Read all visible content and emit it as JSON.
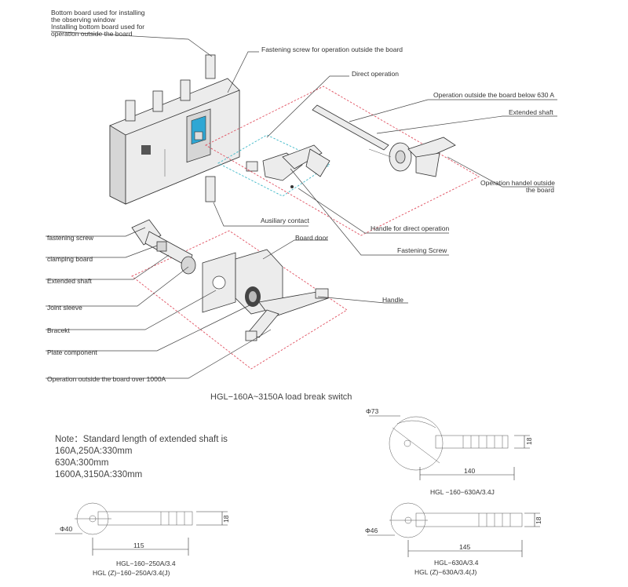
{
  "labels": {
    "bottom_board_1": "Bottom board used for installing",
    "bottom_board_2": "the observing window",
    "bottom_board_3": "Installing bottom board used for",
    "bottom_board_4": "operation outside the board",
    "fastening_screw_outside": "Fastening screw for operation outside the board",
    "direct_operation": "Direct operation",
    "op_below_630": "Operation outside the board below 630 A",
    "extended_shaft_top": "Extended shaft",
    "handel_outside_1": "Operation handel outside",
    "handel_outside_2": "the board",
    "auxiliary_contact": "Ausiliary contact",
    "handle_direct": "Handle for direct operation",
    "fastening_screw_cap": "Fastening Screw",
    "fastening_screw_left": "fastening screw",
    "clamping_board": "clamping board",
    "extended_shaft_left": "Extended shaft",
    "board_door": "Board door",
    "joint_sleeve": "Joint sleeve",
    "handle": "Handle",
    "bracket": "Bracekt",
    "plate_component": "Plate component",
    "op_over_1000": "Operation outside the board over 1000A"
  },
  "caption": "HGL−160A~3150A load break switch",
  "note": {
    "title": "Note：Standard length of extended shaft is",
    "lines": [
      "160A,250A:330mm",
      " 630A:300mm",
      "1600A,3150A:330mm"
    ]
  },
  "drawings": {
    "top_right": {
      "diameter": "Φ73",
      "height": "18",
      "length": "140",
      "model": "HGL −160−630A/3.4J"
    },
    "bottom_left": {
      "diameter": "Φ40",
      "height": "18",
      "length": "115",
      "model1": "HGL−160−250A/3.4",
      "model2": "HGL (Z)−160−250A/3.4(J)"
    },
    "bottom_right": {
      "diameter": "Φ46",
      "height": "18",
      "length": "145",
      "model1": "HGL−630A/3.4",
      "model2": "HGL (Z)−630A/3.4(J)"
    }
  }
}
